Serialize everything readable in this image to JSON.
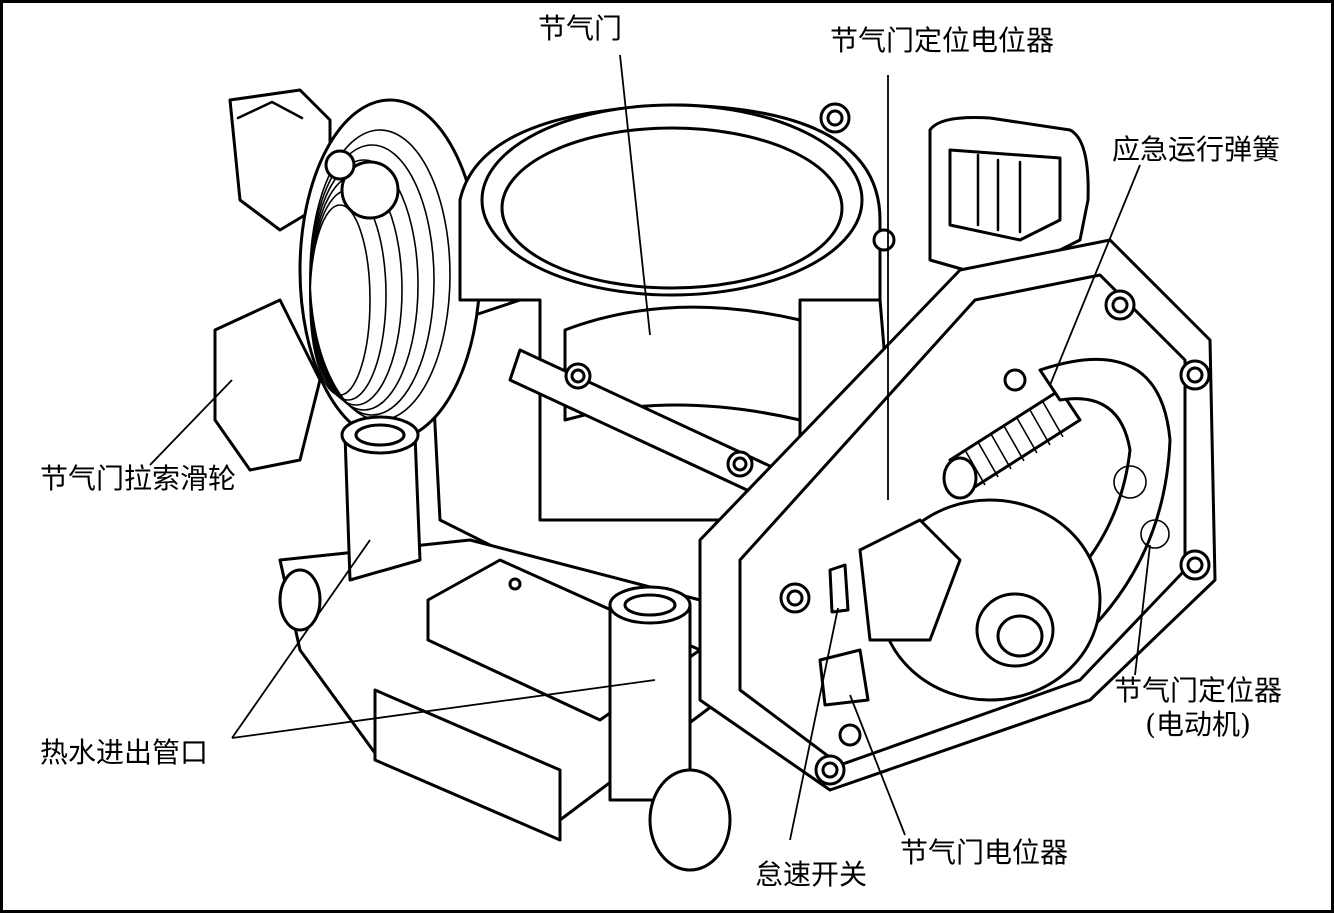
{
  "labels": {
    "throttle_valve": "节气门",
    "throttle_positioner_potentiometer": "节气门定位电位器",
    "emergency_spring": "应急运行弹簧",
    "cable_pulley": "节气门拉索滑轮",
    "coolant_ports": "热水进出管口",
    "positioner_motor_line1": "节气门定位器",
    "positioner_motor_line2": "(电动机)",
    "throttle_potentiometer": "节气门电位器",
    "idle_switch": "怠速开关"
  }
}
